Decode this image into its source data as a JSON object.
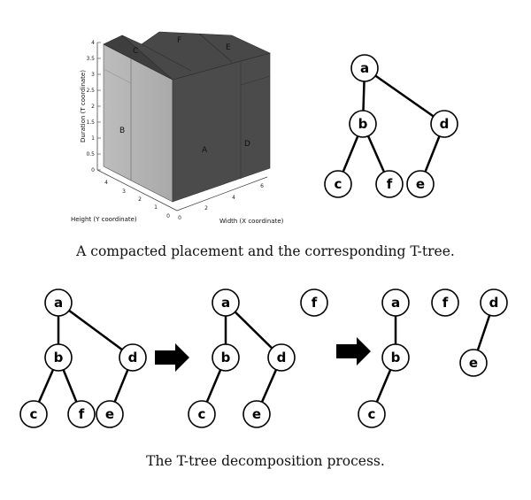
{
  "figure_top": {
    "caption": "A compacted placement and the corresponding T-tree.",
    "plot3d": {
      "z_axis_label": "Duration (T coordinate)",
      "y_axis_label": "Height (Y coordinate)",
      "x_axis_label": "Width (X coordinate)",
      "z_ticks": [
        "4",
        "3.5",
        "3",
        "2.5",
        "2",
        "1.5",
        "1",
        "0.5",
        "0"
      ],
      "y_ticks": [
        "4",
        "3",
        "2",
        "1",
        "0"
      ],
      "x_ticks": [
        "0",
        "2",
        "4",
        "6"
      ],
      "block_labels": [
        "C",
        "F",
        "E",
        "B",
        "A",
        "D"
      ]
    },
    "tree": {
      "nodes": [
        "a",
        "b",
        "d",
        "c",
        "f",
        "e"
      ]
    }
  },
  "figure_bottom": {
    "caption": "The T-tree decomposition process.",
    "stage1_nodes": [
      "a",
      "b",
      "d",
      "c",
      "f",
      "e"
    ],
    "stage2_tree_nodes": [
      "a",
      "b",
      "d",
      "c",
      "e"
    ],
    "stage2_detached": [
      "f"
    ],
    "stage3_tree_nodes": [
      "a",
      "b",
      "c"
    ],
    "stage3_detached": [
      "f",
      "d",
      "e"
    ]
  }
}
